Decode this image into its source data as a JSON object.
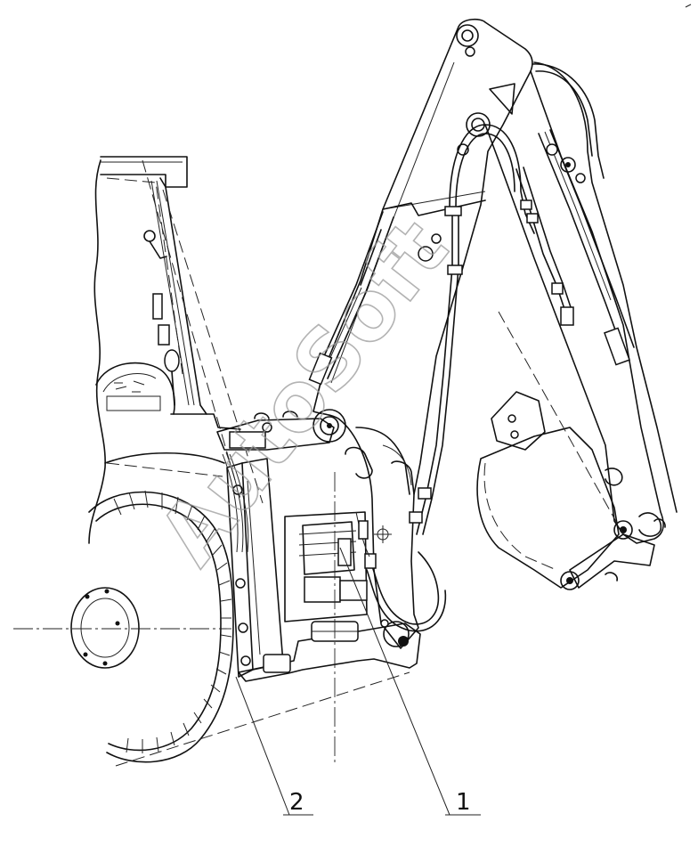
{
  "figure": {
    "callouts": [
      {
        "id": "callout-1",
        "label": "1"
      },
      {
        "id": "callout-2",
        "label": "2"
      }
    ],
    "watermark": "AutoSoft"
  }
}
